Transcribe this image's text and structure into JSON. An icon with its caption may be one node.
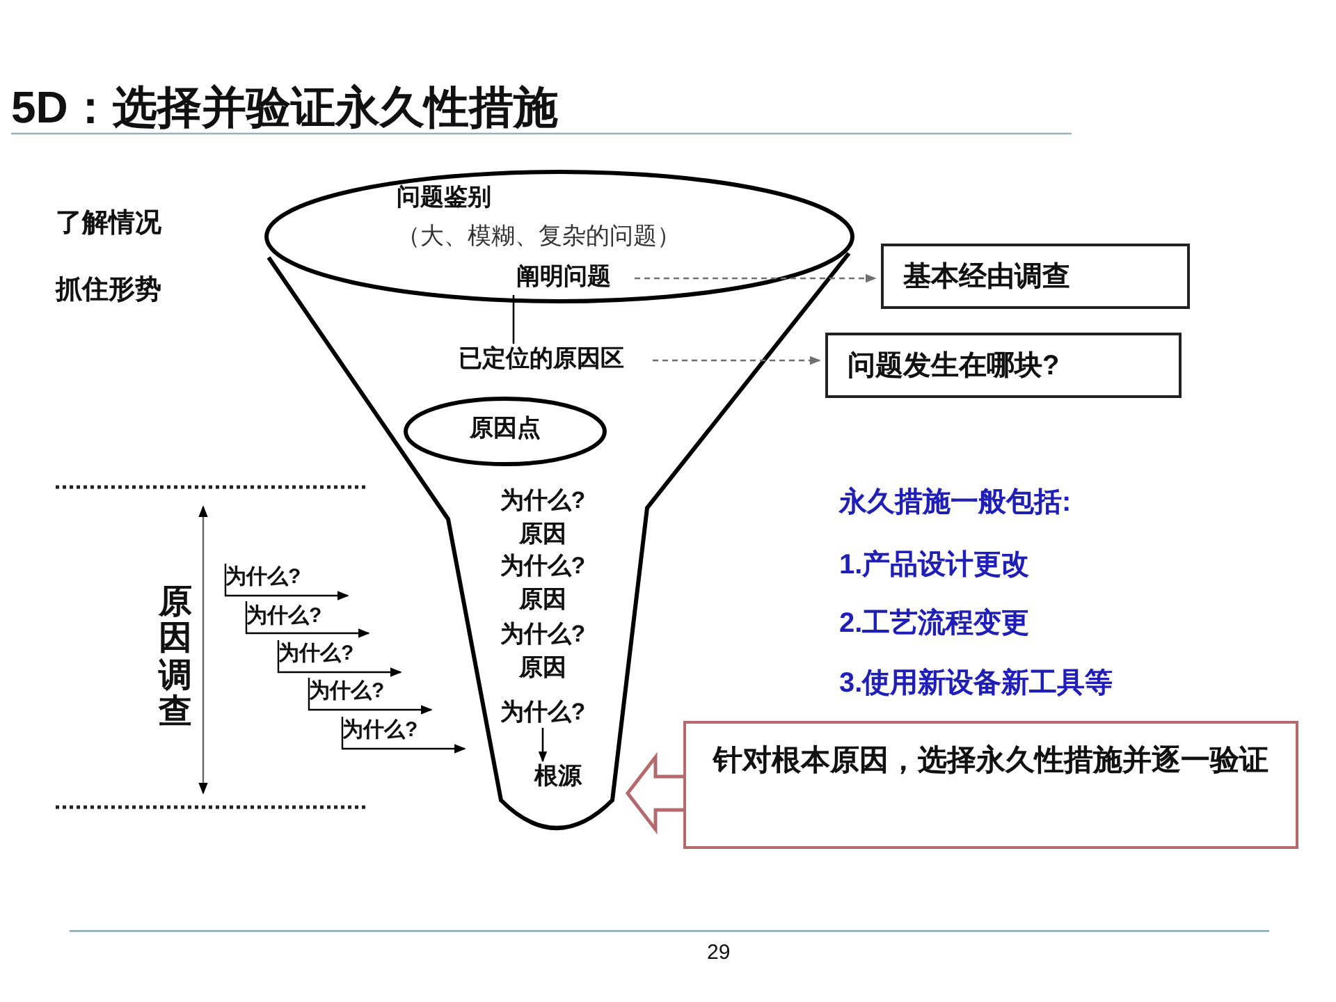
{
  "diagram": {
    "title": "5D：选择并验证永久性措施",
    "nodes": [
      {
        "text": [
          "问题鉴别",
          "（大、模糊、复杂的问题）"
        ]
      },
      {
        "text": [
          "阐明问题"
        ],
        "in": 0
      },
      {
        "text": [
          "基本经由调查"
        ]
      },
      {
        "text": [
          "已定位的原因区"
        ]
      },
      {
        "text": [
          "问题发生在哪块?"
        ]
      },
      {
        "text": [
          "原因点"
        ]
      },
      {
        "text": [
          "为什么?"
        ]
      },
      {
        "text": [
          "根源"
        ]
      },
      {
        "text": [
          "针对根本原因，选择永久性措施并逐一验证"
        ]
      }
    ],
    "edges": [
      {
        "from": 1,
        "to": 2,
        "arrow": "to",
        "style": "dashed",
        "color": "#707070"
      },
      {
        "from": 3,
        "to": 4,
        "arrow": "to",
        "style": "dashed",
        "color": "#707070"
      },
      {
        "from": 1,
        "to": 3,
        "arrow": "none",
        "color": "#000000"
      },
      {
        "from": 6,
        "to": 7,
        "arrow": "to",
        "color": "#000000"
      },
      {
        "from": 8,
        "to": null,
        "arrow": "to",
        "color": "#b46a6c"
      }
    ],
    "labels": [
      "了解情况",
      "抓住形势",
      "为什么?",
      "原因",
      "为什么?",
      "原因",
      "为什么?",
      "原因",
      "永久措施一般包括:",
      "1.产品设计更改",
      "2.工艺流程变更",
      "3.使用新设备新工具等",
      "原因调查",
      "为什么?",
      "为什么?",
      "为什么?",
      "为什么?",
      "为什么?",
      "29"
    ]
  }
}
